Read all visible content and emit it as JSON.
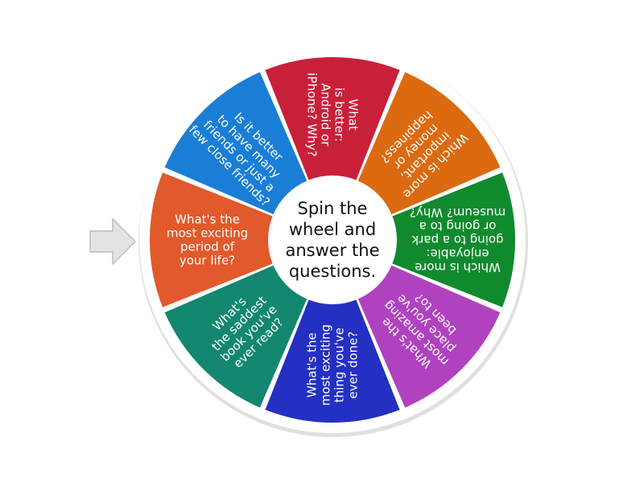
{
  "wheel": {
    "center_text": [
      "Spin the",
      "wheel and",
      "answer the",
      "questions."
    ],
    "colors": {
      "rim": "#ffffff",
      "hub": "#ffffff",
      "pointer_fill": "#e3e3e3",
      "pointer_stroke": "#bdbdbd"
    },
    "segments": [
      {
        "lines": [
          "What's the",
          "most exciting",
          "period of",
          "your life?"
        ],
        "color": "#e2592b"
      },
      {
        "lines": [
          "Is it better",
          "to have many",
          "friends or just a",
          "few close friends?"
        ],
        "color": "#1a7ed6"
      },
      {
        "lines": [
          "What",
          "is better:",
          "Android or",
          "iPhone? Why?"
        ],
        "color": "#c9203a"
      },
      {
        "lines": [
          "Which is more",
          "important,",
          "money or",
          "happiness?"
        ],
        "color": "#dc6a10"
      },
      {
        "lines": [
          "Which is more",
          "enjoyable:",
          "going to a park",
          "or going to a",
          "museum? Why?"
        ],
        "color": "#118a2e"
      },
      {
        "lines": [
          "What's the",
          "most amazing",
          "place you've",
          "been to?"
        ],
        "color": "#b042c0"
      },
      {
        "lines": [
          "What's the",
          "most exciting",
          "thing you've",
          "ever done?"
        ],
        "color": "#2430c2"
      },
      {
        "lines": [
          "What's",
          "the saddest",
          "book you've",
          "ever read?"
        ],
        "color": "#13876f"
      }
    ]
  }
}
